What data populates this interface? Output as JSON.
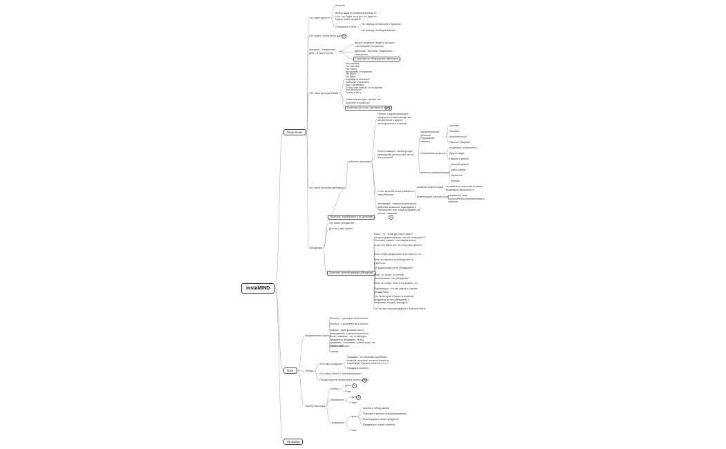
{
  "root": "instaMIND",
  "branches": {
    "b1": "Мышление",
    "b2": "Мозг",
    "b3": "Продажи"
  },
  "nodes": {
    "n1": "Что такое деньги?",
    "n1a": "Энергия",
    "n1b": "Выбор вашего внимания вообще от того, что будет есть до того куда вы будете инвестировать...",
    "n1c": "Отношение к себе",
    "n1c1": "Не помощь отношение к прошлое",
    "n1c2": "Не помощь Любящая Мягкая",
    "n2": "Что нужно, чтобы было деньги?",
    "n3": "Желание - Намерение - цель - в чем отличие",
    "n3a": "Деньги получают людей у которых - «ценнейший» отношение",
    "n3b": "Действие - Желание Намерение = Намерение",
    "n3c": "Практика на обнаружения имеющего",
    "n4": "Что такое деструктивный?",
    "n4a": "Не слушать\nНе отвечать\nНе ответь\nВыгорание отношения\nНе спать\nНе будет\nподождать на вашей\nЛюблюсь к личность\nБыть активным\nЯ хочу тем самым, но не делаю\nЭто личность\nЯ хочу и мы у",
    "n4b": "Опасения методы, почему все получить по работы?",
    "n4c": "Практика на отчет о детской позиции",
    "n5": "Что такое Источник Денежных?",
    "n5a": "работать деньгами",
    "n5a1": "Полное и вдохновляющего ресурсность свои методы вы-ограничений и делать потенциального с чинова",
    "n5a2": "Капитализация - выход ресурс (мастерство деньги) чей что-то ассоциацией",
    "n5a2a": "Эмоциональная ценность («домашние связей»)",
    "n5a2a1": "Чувства",
    "n5a2a2": "Эмпатия",
    "n5a2a3": "Аналитичность",
    "n5a2a4": "Ясность общения",
    "n5a2b": "Социальная ценность",
    "n5a2b1": "«клубная» особенности",
    "n5a2b2": "Другие люди",
    "n5a2b3": "Навыки и деньги",
    "n5a2c": "ценности привлекающей",
    "n5a2c1": "высокие деньги",
    "n5a2c2": "работа денег",
    "n5a2c3": "Приятные",
    "n5a2c4": "Любовь",
    "n5a3": "Стать способностью развития и способностей",
    "n5a3a": "развитие компетенций",
    "n5a3a1": "оставайтесь открытым к новым возможностям ценности",
    "n5a3b": "компенсаций способностей",
    "n5a3b1": "развиваете свою исключительной/перспективы и навыков",
    "n5a4": "Мотивация - типичные денежный - действие возможно подходящего «капиталов» или тогда продавать на основе «важный»",
    "n5b": "Практика: зарабатывать на деньгами",
    "n6": "Обнадежив",
    "n6a": "Что такое убеждения?",
    "n6b": "Для чего мне нужно?",
    "n6c": "Практика: трансформация убеждения",
    "n6c1": "Если... то... Если Да ответ понял?\nКоторое демонстрация, что это получается?\nПолитика правок - последовательно",
    "n6c2": "Хотя я не смогу все это получить деньги?",
    "n6c3": "Если чтобы продолжать я это верить, то...",
    "n6c4": "Если это важное из убеждения, то у меня по...",
    "n6c5": "В Правильный центр убеждения?",
    "n6c6": "Если тот может то случае, эксперименты это убеждение?",
    "n6c7": "Если тот может тому я это верить, то...",
    "n6c8": "Подчеркнуто, что мы разного к своим убеждениям",
    "n6c9": "Что за которые? Какое отношение продается за тем убеждении? Например, продукт (продукт)",
    "n6c10": "Что бы вы получили думать с без этого быть",
    "n7": "Инфлюенсеры рынка",
    "n7a": "Жители - с уровнем так и начала",
    "n7b": "Жители - с уровнем так и начала",
    "n7c": "Навыки - одна речевая часть, инструменты на технологичность, было, навыком - это то звёздно-предлагать продавать, чтобы продавать, понимаете только могут так у всего наоборот",
    "n7d": "Технологии",
    "n7e": "Случаи",
    "n8": "Тренды",
    "n8a": "Что такое продажи?",
    "n8a1": "Продажи - это решение проблемы клиента, решение желание клиента, пожелания, нужных клиента «то» и",
    "n8a2": "Продукты клиента",
    "n8b": "Что такое объект к трансформации?",
    "n8c": "Откуда берутся нормальные воплощения?",
    "n9": "Экспертная ниша",
    "n9a": "Личное",
    "n9a1": "Цели",
    "n9a2": "План",
    "n9b": "Экспертное",
    "n9b1": "Цели",
    "n9b2": "План",
    "n9c": "Продающее",
    "n9c1": "Цели",
    "n9c1a": "Анализ и обнаружение",
    "n9c1b": "Принцип и анализ позиционирования",
    "n9c1c": "Реализация и своих продуктов",
    "n9c1d": "Продвинуть новые клиенты",
    "n9c2": "План"
  },
  "connector_icon": "link-circle-icon"
}
